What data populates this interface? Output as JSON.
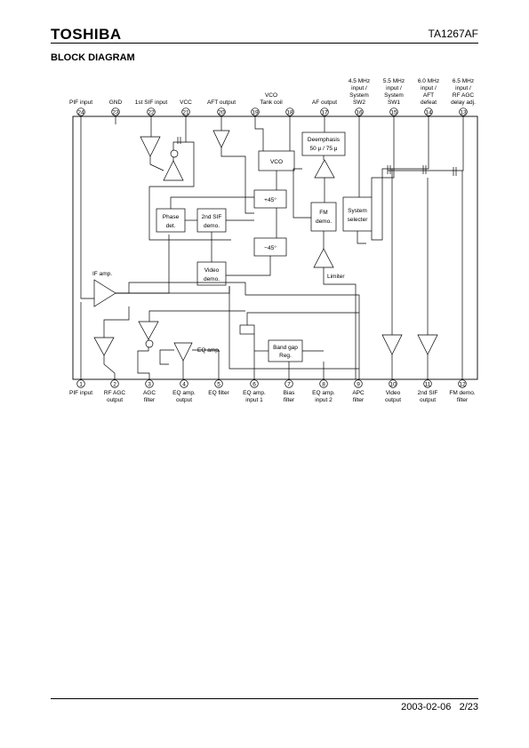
{
  "header": {
    "logo": "TOSHIBA",
    "part_number": "TA1267AF"
  },
  "section_title": "BLOCK DIAGRAM",
  "top_pins": [
    {
      "num": "24",
      "label": [
        "PIF input"
      ]
    },
    {
      "num": "23",
      "label": [
        "GND"
      ]
    },
    {
      "num": "22",
      "label": [
        "1st SIF input"
      ]
    },
    {
      "num": "21",
      "label": [
        "VCC"
      ]
    },
    {
      "num": "20",
      "label": [
        "AFT output"
      ]
    },
    {
      "num": "19",
      "label": [
        "VCO",
        "Tank coil"
      ]
    },
    {
      "num": "18",
      "label": [
        ""
      ]
    },
    {
      "num": "17",
      "label": [
        "AF output"
      ]
    },
    {
      "num": "16",
      "label": [
        "4.5 MHz",
        "input /",
        "System",
        "SW2"
      ]
    },
    {
      "num": "15",
      "label": [
        "5.5 MHz",
        "input /",
        "System",
        "SW1"
      ]
    },
    {
      "num": "14",
      "label": [
        "6.0 MHz",
        "input /",
        "AFT",
        "defeat"
      ]
    },
    {
      "num": "13",
      "label": [
        "6.5 MHz",
        "input /",
        "RF AGC",
        "delay adj."
      ]
    }
  ],
  "bottom_pins": [
    {
      "num": "1",
      "label": [
        "PIF input"
      ]
    },
    {
      "num": "2",
      "label": [
        "RF AGC",
        "output"
      ]
    },
    {
      "num": "3",
      "label": [
        "AGC",
        "filter"
      ]
    },
    {
      "num": "4",
      "label": [
        "EQ amp.",
        "output"
      ]
    },
    {
      "num": "5",
      "label": [
        "EQ filter"
      ]
    },
    {
      "num": "6",
      "label": [
        "EQ amp.",
        "input 1"
      ]
    },
    {
      "num": "7",
      "label": [
        "Bias",
        "filter"
      ]
    },
    {
      "num": "8",
      "label": [
        "EQ amp.",
        "input 2"
      ]
    },
    {
      "num": "9",
      "label": [
        "APC",
        "filter"
      ]
    },
    {
      "num": "10",
      "label": [
        "Video",
        "output"
      ]
    },
    {
      "num": "11",
      "label": [
        "2nd SIF",
        "output"
      ]
    },
    {
      "num": "12",
      "label": [
        "FM demo.",
        "filter"
      ]
    }
  ],
  "blocks": {
    "vco": "VCO",
    "deemphasis": [
      "Deemphasis",
      "50 μ / 75 μ"
    ],
    "plus45": "+45°",
    "minus45": "−45°",
    "phase_det": [
      "Phase",
      "det."
    ],
    "sif_demo": [
      "2nd SIF",
      "demo."
    ],
    "fm_demo": [
      "FM",
      "demo."
    ],
    "system_selecter": [
      "System",
      "selecter"
    ],
    "video_demo": [
      "Video",
      "demo."
    ],
    "limiter": "Limiter",
    "if_amp": "IF amp.",
    "eq_amp": "EQ amp.",
    "band_gap": [
      "Band gap",
      "Reg."
    ]
  },
  "footer": {
    "date": "2003-02-06",
    "page": "2/23"
  }
}
